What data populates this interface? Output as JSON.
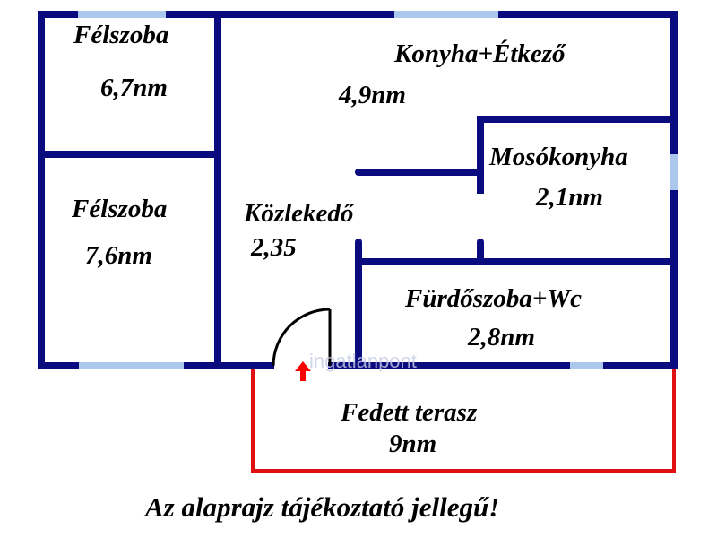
{
  "rooms": [
    {
      "name": "Félszoba",
      "area": "6,7nm"
    },
    {
      "name": "Konyha+Étkező",
      "area": "4,9nm"
    },
    {
      "name": "Mosókonyha",
      "area": "2,1nm"
    },
    {
      "name": "Félszoba",
      "area": "7,6nm"
    },
    {
      "name": "Közlekedő",
      "area": "2,35"
    },
    {
      "name": "Fürdőszoba+Wc",
      "area": "2,8nm"
    },
    {
      "name": "Fedett terasz",
      "area": "9nm"
    }
  ],
  "footer_note": "Az alaprajz tájékoztató jellegű!",
  "watermark": "ingatlanpont",
  "colors": {
    "wall": "#0b0b80",
    "window": "#a9c8ec",
    "terrace": "#e01010",
    "door": "#000000",
    "arrow": "#ff0000"
  }
}
